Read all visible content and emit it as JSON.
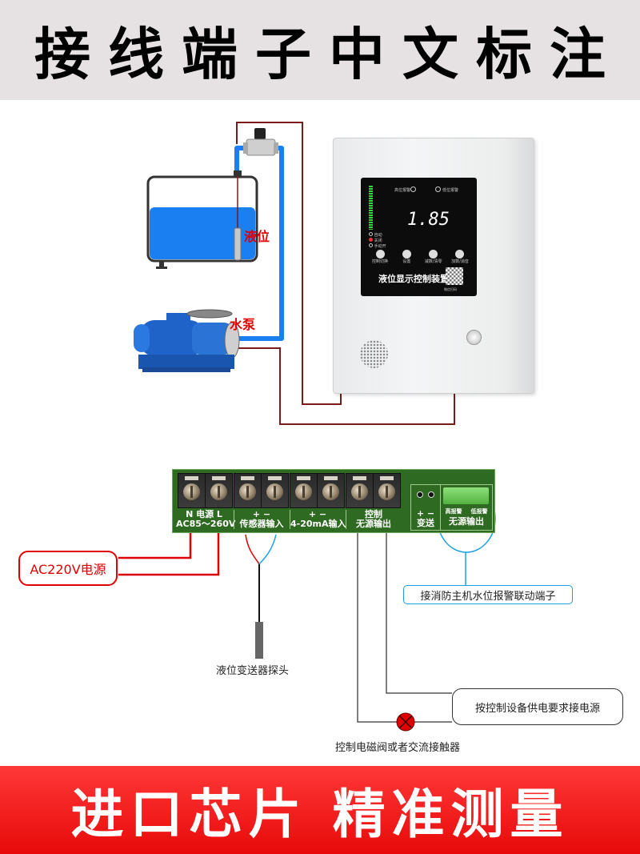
{
  "header": {
    "title": "接线端子中文标注"
  },
  "footer": {
    "title": "进口芯片 精准测量"
  },
  "illustration": {
    "tank_label": "液位",
    "pump_label": "水泵",
    "panel": {
      "high_alarm": "高位报警",
      "low_alarm": "低位报警",
      "display_value": "1.85",
      "status_lights": [
        "自动",
        "关闭",
        "手动开"
      ],
      "buttons": [
        "控制切换",
        "设置",
        "减数/清零",
        "加数/消音"
      ],
      "device_name": "液位显示控制装置",
      "qr_caption": "微信扫码"
    }
  },
  "terminal_board": {
    "groups": [
      {
        "top": "N  电源  L",
        "bottom": "AC85～260V"
      },
      {
        "top": "+        −",
        "bottom": "传感器输入"
      },
      {
        "top": "+        −",
        "bottom": "4-20mA输入"
      },
      {
        "top": "控制",
        "bottom": "无源输出"
      },
      {
        "top": "+ −",
        "bottom": "变送"
      }
    ],
    "alarm_block": {
      "high": "高报警",
      "low": "低报警",
      "bottom": "无源输出"
    }
  },
  "callouts": {
    "power": "AC220V电源",
    "probe": "液位变送器探头",
    "fire_alarm": "接消防主机水位报警联动端子",
    "supply": "按控制设备供电要求接电源",
    "valve": "控制电磁阀或者交流接触器"
  },
  "colors": {
    "wire_red": "#e00000",
    "wire_dark": "#7a1a1a",
    "pipe_blue": "#1a7ff0",
    "callout_blue": "#1aa0e0",
    "board_green": "#2f6a22",
    "banner_red": "#f01818"
  }
}
